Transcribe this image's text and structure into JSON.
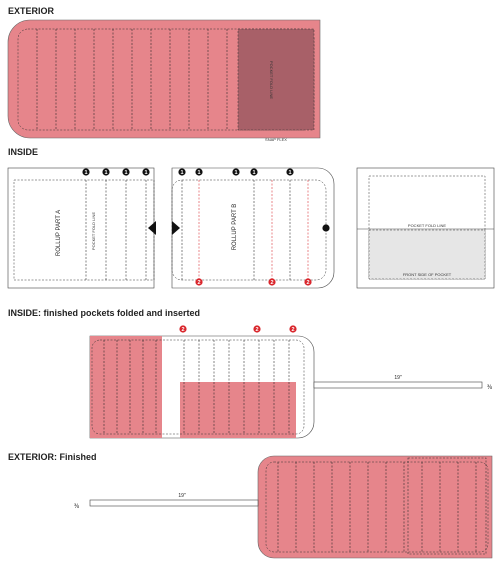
{
  "headings": {
    "exterior": "EXTERIOR",
    "inside": "INSIDE",
    "inside_finished": "INSIDE: finished pockets folded and inserted",
    "exterior_finished": "EXTERIOR: Finished"
  },
  "labels": {
    "pocket_fold_line_exterior": "POCKET FOLD LINE",
    "snap_flex": "SNAP FLEX",
    "pocket_fold_line_part_a": "POCKET FOLD LINE",
    "rollup_part_a": "ROLLUP PART A",
    "rollup_part_b": "ROLLUP PART B",
    "pocket_fold_line_pocket": "POCKET FOLD LINE",
    "front_side_of_pocket": "FRONT SIDE OF POCKET"
  },
  "strap": {
    "length_top": "19\"",
    "width_top": "⅜",
    "length_bottom": "19\"",
    "width_bottom": "⅜"
  },
  "markers": {
    "black_number": "1",
    "red_number": "2"
  },
  "colors": {
    "fabric": "#e6858b",
    "fabric_dark": "#a86068",
    "pocket_gray": "#e6e6e6",
    "marker_red": "#d9262c",
    "marker_black": "#111111",
    "outline": "#444444"
  }
}
